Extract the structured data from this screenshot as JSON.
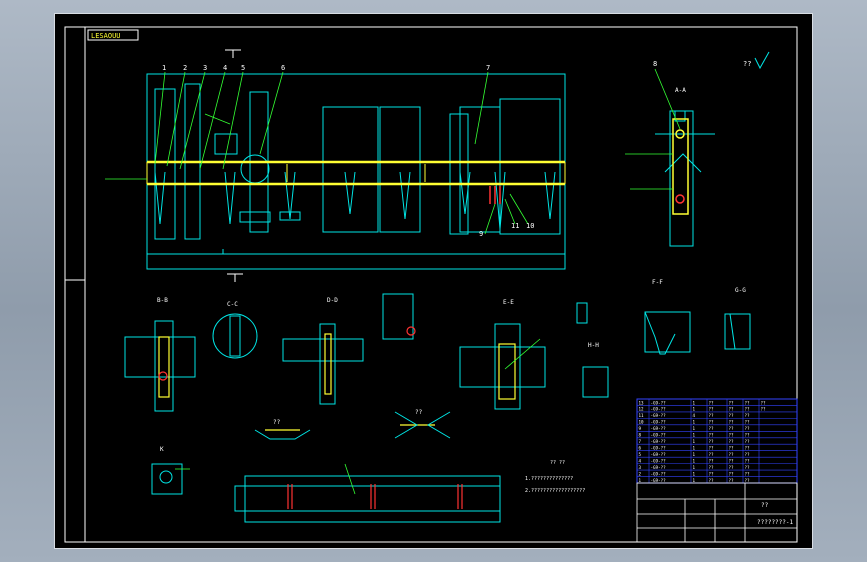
{
  "title_tag": "LESAOUU",
  "roughness_mark": "??",
  "tech_req_title": "?? ??",
  "tech_req_lines": [
    "1.??????????????",
    "2.??????????????????"
  ],
  "drawing_name": "????????-1",
  "part_label": "??",
  "callouts": [
    "1",
    "2",
    "3",
    "4",
    "5",
    "6",
    "7",
    "8",
    "9",
    "10",
    "11"
  ],
  "section_labels": [
    "A-A",
    "B-B",
    "C-C",
    "D-D",
    "E-E",
    "F-F",
    "G-G",
    "H-H",
    "K",
    "??",
    "??"
  ],
  "bom_rows": [
    [
      "13",
      "-G9-??",
      "1",
      "??",
      "??",
      "??",
      "??"
    ],
    [
      "12",
      "-G9-??",
      "1",
      "??",
      "??",
      "??",
      "??"
    ],
    [
      "11",
      "-G9-??",
      "4",
      "??",
      "??",
      "??",
      ""
    ],
    [
      "10",
      "-G9-??",
      "1",
      "??",
      "??",
      "??",
      ""
    ],
    [
      "9",
      "-G9-??",
      "1",
      "??",
      "??",
      "??",
      ""
    ],
    [
      "8",
      "-G9-??",
      "1",
      "??",
      "??",
      "??",
      ""
    ],
    [
      "7",
      "-G9-??",
      "1",
      "??",
      "??",
      "??",
      ""
    ],
    [
      "6",
      "-G9-??",
      "1",
      "??",
      "??",
      "??",
      ""
    ],
    [
      "5",
      "-G9-??",
      "1",
      "??",
      "??",
      "??",
      ""
    ],
    [
      "4",
      "-G9-??",
      "1",
      "??",
      "??",
      "??",
      ""
    ],
    [
      "3",
      "-G9-??",
      "1",
      "??",
      "??",
      "??",
      ""
    ],
    [
      "2",
      "-G9-??",
      "1",
      "??",
      "??",
      "??",
      ""
    ],
    [
      "1",
      "-G9-??",
      "1",
      "??",
      "??",
      "??",
      ""
    ]
  ],
  "colors": {
    "frame": "#ffffff",
    "outline": "#00e5e5",
    "highlight": "#ffff33",
    "leader": "#33ff33",
    "hatch": "#ff3333",
    "bom": "#3344ff",
    "text": "#ffffff"
  }
}
